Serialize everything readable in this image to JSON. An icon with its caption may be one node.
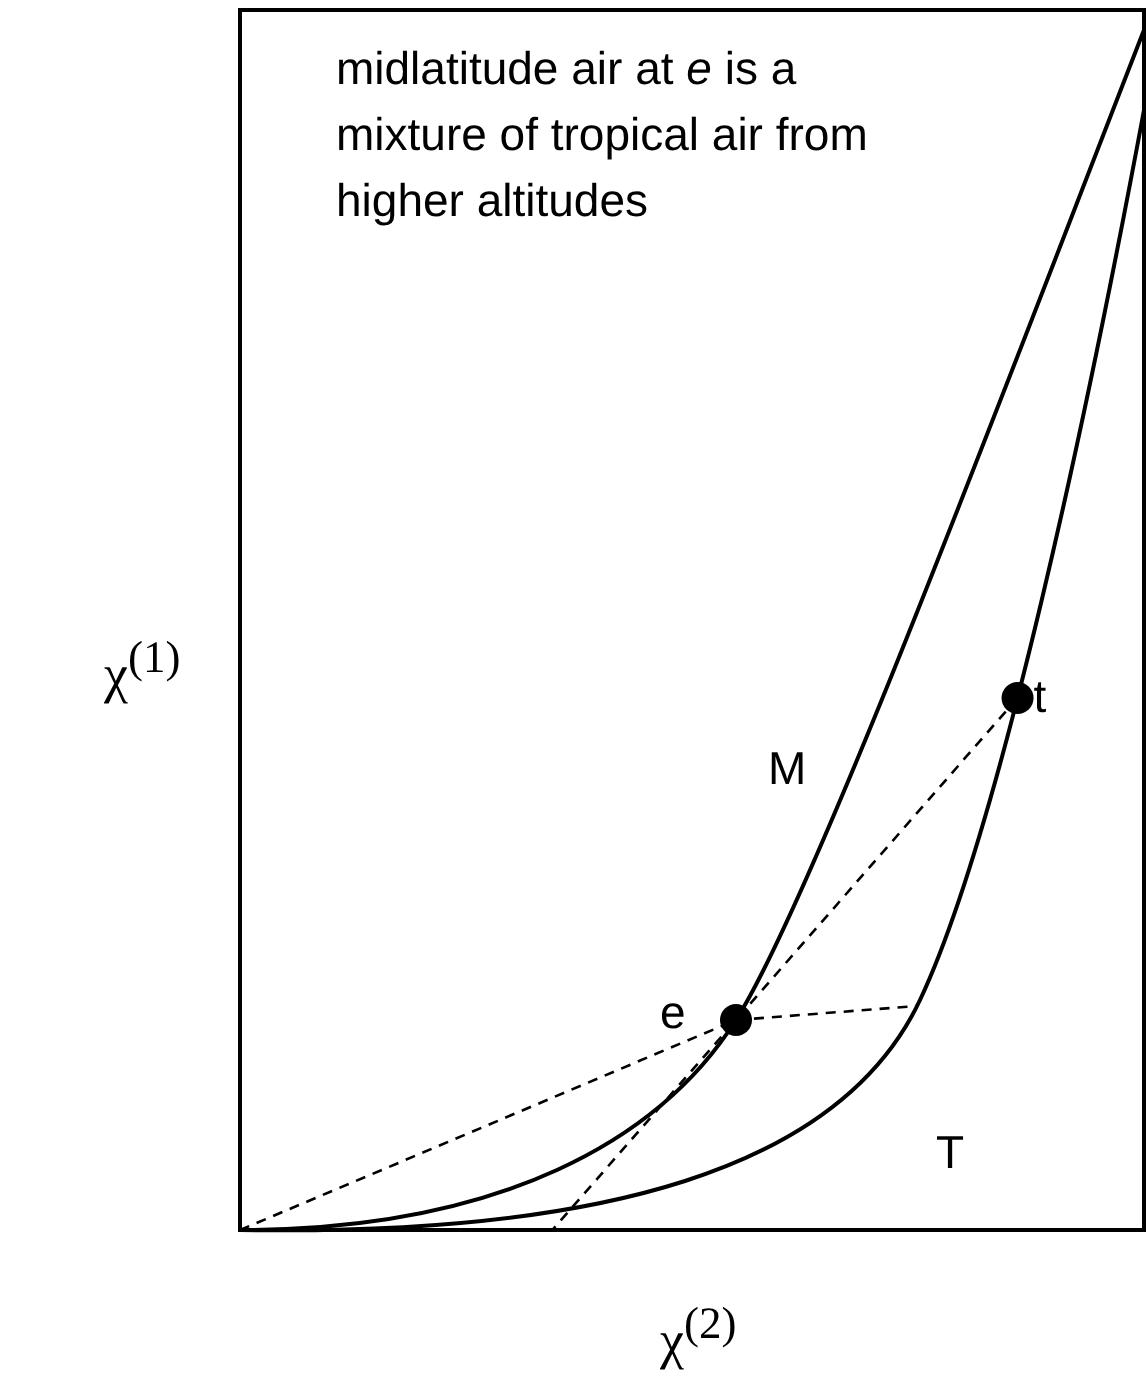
{
  "diagram": {
    "labels": [
      "midlatitude air at *e* is a mixture of tropical air from higher altitudes",
      "χ$^{(1)}$",
      "t",
      "M",
      "e",
      "T",
      "χ$^{(2)}$"
    ]
  }
}
